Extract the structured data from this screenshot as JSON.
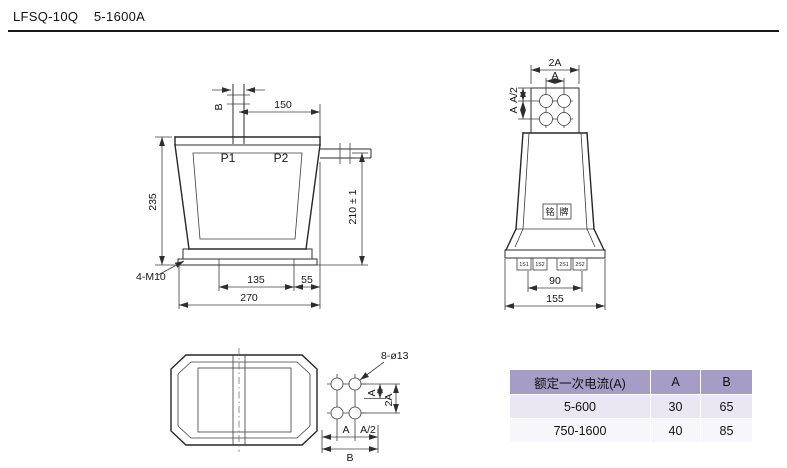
{
  "title": "LFSQ-10Q    5-1600A",
  "front_view": {
    "p1": "P1",
    "p2": "P2",
    "dim_b": "B",
    "dim_150": "150",
    "dim_235": "235",
    "dim_210": "210 ± 1",
    "label_4m10": "4-M10",
    "dim_135": "135",
    "dim_55": "55",
    "dim_270": "270"
  },
  "side_view": {
    "dim_2a": "2A",
    "dim_a_top": "A",
    "dim_a2": "A/2",
    "dim_a_left": "A",
    "nameplate_left": "铭",
    "nameplate_right": "牌",
    "terminals": [
      "1S1",
      "1S2",
      "2S1",
      "2S2"
    ],
    "dim_90": "90",
    "dim_155": "155"
  },
  "top_view": {
    "label_holes": "8-ø13",
    "dim_a_right": "A",
    "dim_2a_right": "2A",
    "dim_a_bottom": "A",
    "dim_a2_bottom": "A/2",
    "dim_b_bottom": "B"
  },
  "table": {
    "headers": [
      "额定一次电流(A)",
      "A",
      "B"
    ],
    "rows": [
      {
        "range": "5-600",
        "a": "30",
        "b": "65"
      },
      {
        "range": "750-1600",
        "a": "40",
        "b": "85"
      }
    ]
  },
  "colors": {
    "table_header_bg": "#a79cc6",
    "table_row_alt_bg": "#eae7f2",
    "table_row_bg": "#f7f6fb",
    "line_color": "#262626"
  }
}
